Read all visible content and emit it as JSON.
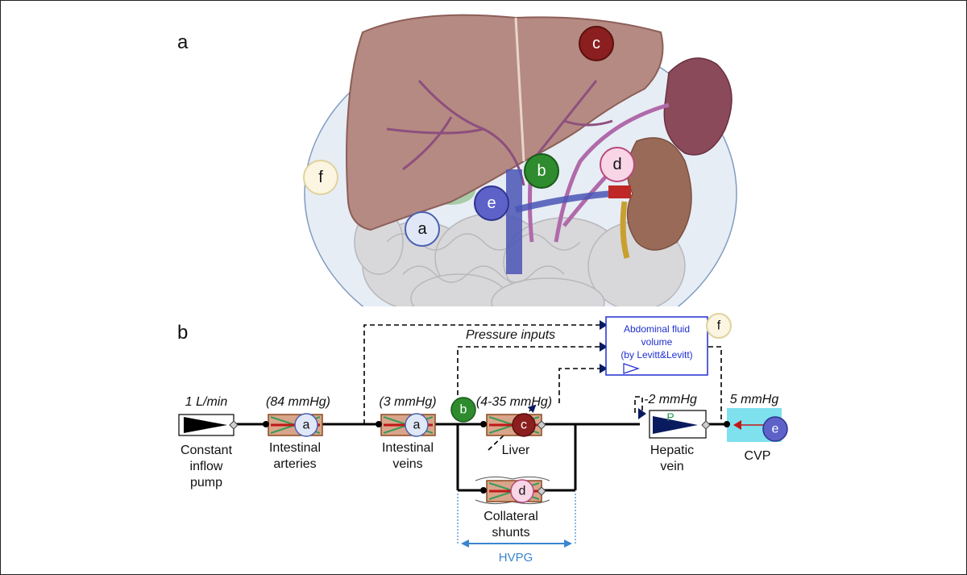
{
  "panels": {
    "a": "a",
    "b": "b"
  },
  "badges": {
    "a_anat": "a",
    "b_anat": "b",
    "c_anat": "c",
    "d_anat": "d",
    "e_anat": "e",
    "f_anat": "f",
    "a1": "a",
    "a2": "a",
    "b_node": "b",
    "c_liver": "c",
    "d_shunt": "d",
    "e_cvp": "e",
    "f_box": "f",
    "p_hep": "P"
  },
  "labels": {
    "flow": "1 L/min",
    "p84": "(84 mmHg)",
    "p3": "(3 mmHg)",
    "p435": "(4-35 mmHg)",
    "pm2": "-2 mmHg",
    "p5": "5 mmHg",
    "pump": [
      "Constant",
      "inflow",
      "pump"
    ],
    "arteries": [
      "Intestinal",
      "arteries"
    ],
    "veins": [
      "Intestinal",
      "veins"
    ],
    "liver": "Liver",
    "hepatic": [
      "Hepatic",
      "vein"
    ],
    "cvp": "CVP",
    "shunts": [
      "Collateral",
      "shunts"
    ],
    "pressure_inputs": "Pressure inputs",
    "abdominal": [
      "Abdominal fluid",
      "volume",
      "(by Levitt&Levitt)"
    ],
    "hvpg": "HVPG"
  },
  "colors": {
    "liver": "#b58a82",
    "liver_dark": "#8c5f58",
    "spleen": "#8a4a5a",
    "kidney": "#9a6a58",
    "intestine": "#d6d6d8",
    "peritoneum": "#e6ecf4",
    "portal": "#b06aaa",
    "vena": "#4a55b5",
    "badge_a": "#e0e8f8",
    "badge_b": "#2e8b2e",
    "badge_c": "#8b1e1e",
    "badge_d": "#f8d6e6",
    "badge_e": "#5c62c8",
    "badge_f": "#fbf5e2",
    "cvp_box": "#7fe0ee",
    "abdominal_text": "#1f2fd0",
    "hvpg": "#3a85d0"
  }
}
